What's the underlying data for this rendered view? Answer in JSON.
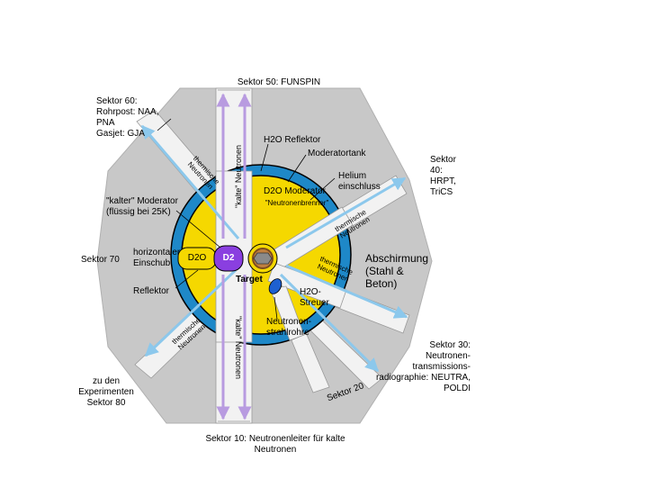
{
  "labels": {
    "sektor50": "Sektor 50: FUNSPIN",
    "sektor60": "Sektor 60:\nRohrpost: NAA,\nPNA\nGasjet: GJA",
    "sektor40": "Sektor\n40:\nHRPT,\nTriCS",
    "sektor70": "Sektor 70",
    "sektor30": "Sektor 30:\nNeutronen-\ntransmissions-\nradiographie: NEUTRA,\nPOLDI",
    "sektor10": "Sektor 10: Neutronenleiter für kalte\nNeutronen",
    "experimente80": "zu den\nExperimenten\nSektor 80",
    "sektor20": "Sektor 20",
    "h2o_reflektor": "H2O Reflektor",
    "moderatortank": "Moderatortank",
    "helium": "Helium\neinschluss",
    "d2o_moderator": "D2O Moderator",
    "neutronenbrenner": "\"Neutronenbrenner\"",
    "kalter_moderator": "\"kalter\" Moderator\n(flüssig bei 25K)",
    "abschirmung": "Abschirmung\n(Stahl &\nBeton)",
    "horizontaler": "horizontaler\nEinschub",
    "d2o": "D2O",
    "d2": "D2",
    "reflektor": "Reflektor",
    "target": "Target",
    "h2o_streuer": "H2O-\nStreuer",
    "strahlrohre": "Neutronen-\nstrahlrohre",
    "kalte_neutronen": "\"kalte\" Neutronen",
    "thermische_neutronen": "thermische\nNeutronen"
  },
  "colors": {
    "shielding": "#c8c8c8",
    "moderator": "#f5d800",
    "reflector": "#1e88c8",
    "beam": "#f0f0f0",
    "thermal_arrow": "#a8d8f0",
    "cold_arrow": "#b89be0",
    "d2_fill": "#8a3fe0",
    "d2o_fill": "#f5d800"
  }
}
